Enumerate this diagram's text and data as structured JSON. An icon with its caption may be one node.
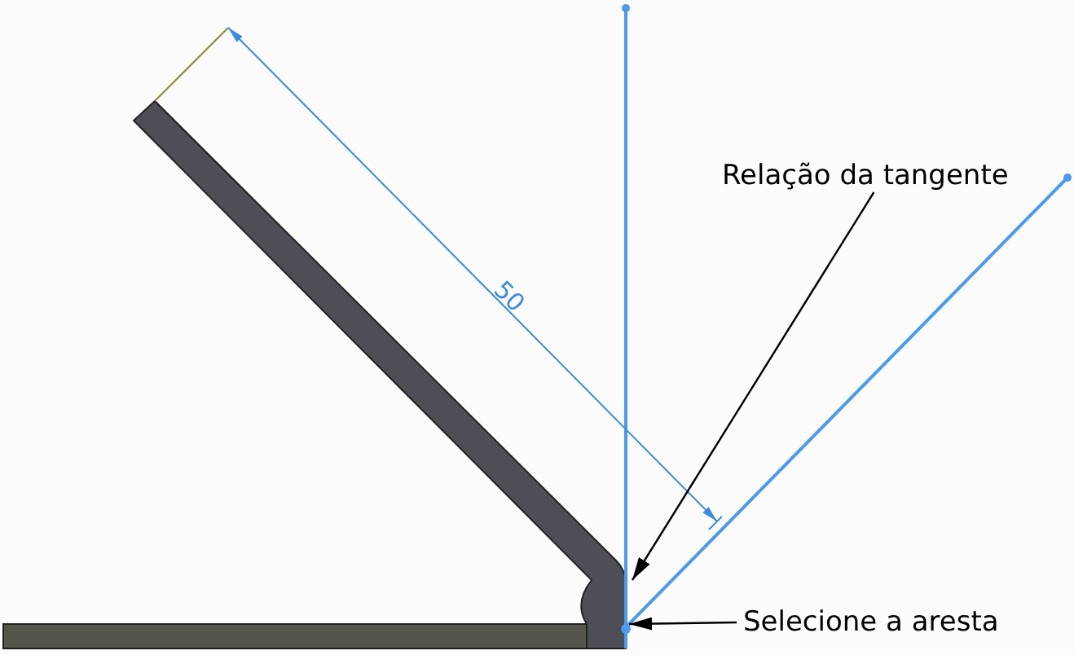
{
  "diagram": {
    "nodes": [
      {
        "text": [
          "Relação da tangente"
        ]
      },
      {
        "text": [
          "Selecione a aresta"
        ]
      }
    ],
    "edges": [
      {
        "from": 0,
        "to": null,
        "arrow": "to"
      },
      {
        "from": 1,
        "to": null,
        "arrow": "to"
      }
    ],
    "labels": [
      "50"
    ]
  }
}
